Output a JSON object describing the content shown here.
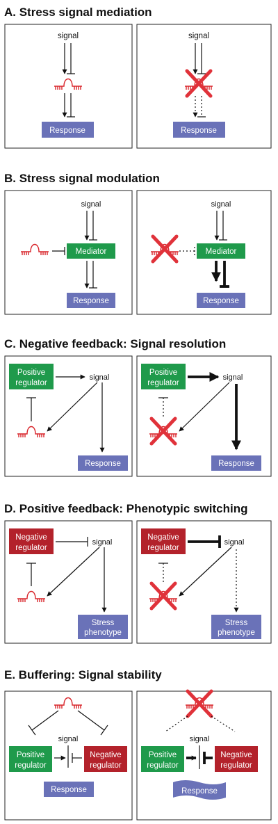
{
  "sections": {
    "a": {
      "title": "A. Stress signal mediation"
    },
    "b": {
      "title": "B. Stress signal modulation"
    },
    "c": {
      "title": "C. Negative feedback: Signal resolution"
    },
    "d": {
      "title": "D. Positive feedback: Phenotypic switching"
    },
    "e": {
      "title": "E. Buffering: Signal stability"
    }
  },
  "labels": {
    "signal": "signal",
    "response": "Response",
    "mediator": "Mediator",
    "positive_regulator_1": "Positive",
    "positive_regulator_2": "regulator",
    "negative_regulator_1": "Negative",
    "negative_regulator_2": "regulator",
    "stress_phenotype_1": "Stress",
    "stress_phenotype_2": "phenotype"
  },
  "colors": {
    "response_box": "#6a72b8",
    "mediator_box": "#1f9a4b",
    "positive_box": "#1f9a4b",
    "negative_box": "#b3222b",
    "mirna": "#d9262c",
    "cross": "#e0323a"
  },
  "icons": [
    "mirna-hairpin-icon",
    "knockout-cross-icon",
    "activation-arrow-icon",
    "inhibition-bar-icon"
  ]
}
